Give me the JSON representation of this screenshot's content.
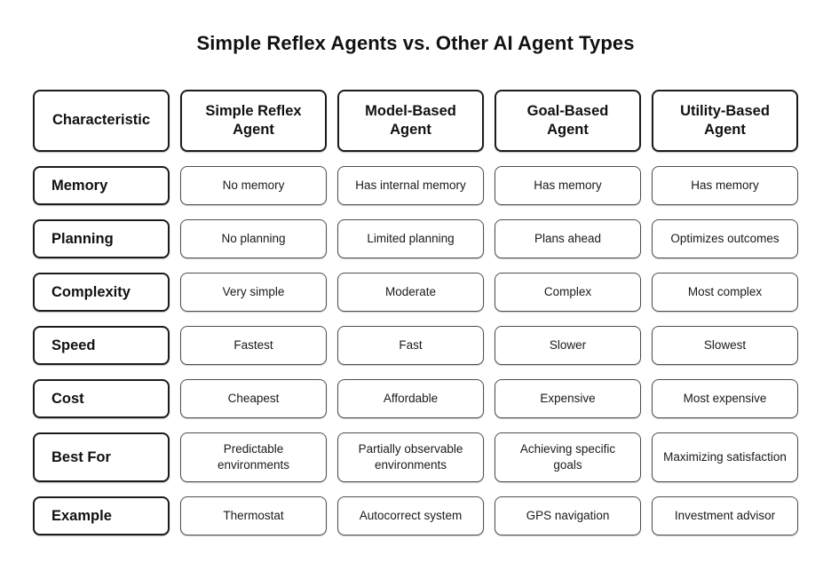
{
  "title": "Simple Reflex Agents vs. Other AI Agent Types",
  "colors": {
    "background": "#ffffff",
    "border_dark": "#1c1c1c",
    "border_light": "#4d4d4d",
    "text": "#111111"
  },
  "table": {
    "columns": [
      "Characteristic",
      "Simple Reflex\nAgent",
      "Model-Based\nAgent",
      "Goal-Based\nAgent",
      "Utility-Based\nAgent"
    ],
    "rows": [
      {
        "label": "Memory",
        "values": [
          "No memory",
          "Has internal memory",
          "Has memory",
          "Has memory"
        ]
      },
      {
        "label": "Planning",
        "values": [
          "No planning",
          "Limited planning",
          "Plans ahead",
          "Optimizes outcomes"
        ]
      },
      {
        "label": "Complexity",
        "values": [
          "Very simple",
          "Moderate",
          "Complex",
          "Most complex"
        ]
      },
      {
        "label": "Speed",
        "values": [
          "Fastest",
          "Fast",
          "Slower",
          "Slowest"
        ]
      },
      {
        "label": "Cost",
        "values": [
          "Cheapest",
          "Affordable",
          "Expensive",
          "Most expensive"
        ]
      },
      {
        "label": "Best For",
        "values": [
          "Predictable environments",
          "Partially observable environments",
          "Achieving specific goals",
          "Maximizing satisfaction"
        ]
      },
      {
        "label": "Example",
        "values": [
          "Thermostat",
          "Autocorrect system",
          "GPS navigation",
          "Investment advisor"
        ]
      }
    ]
  }
}
